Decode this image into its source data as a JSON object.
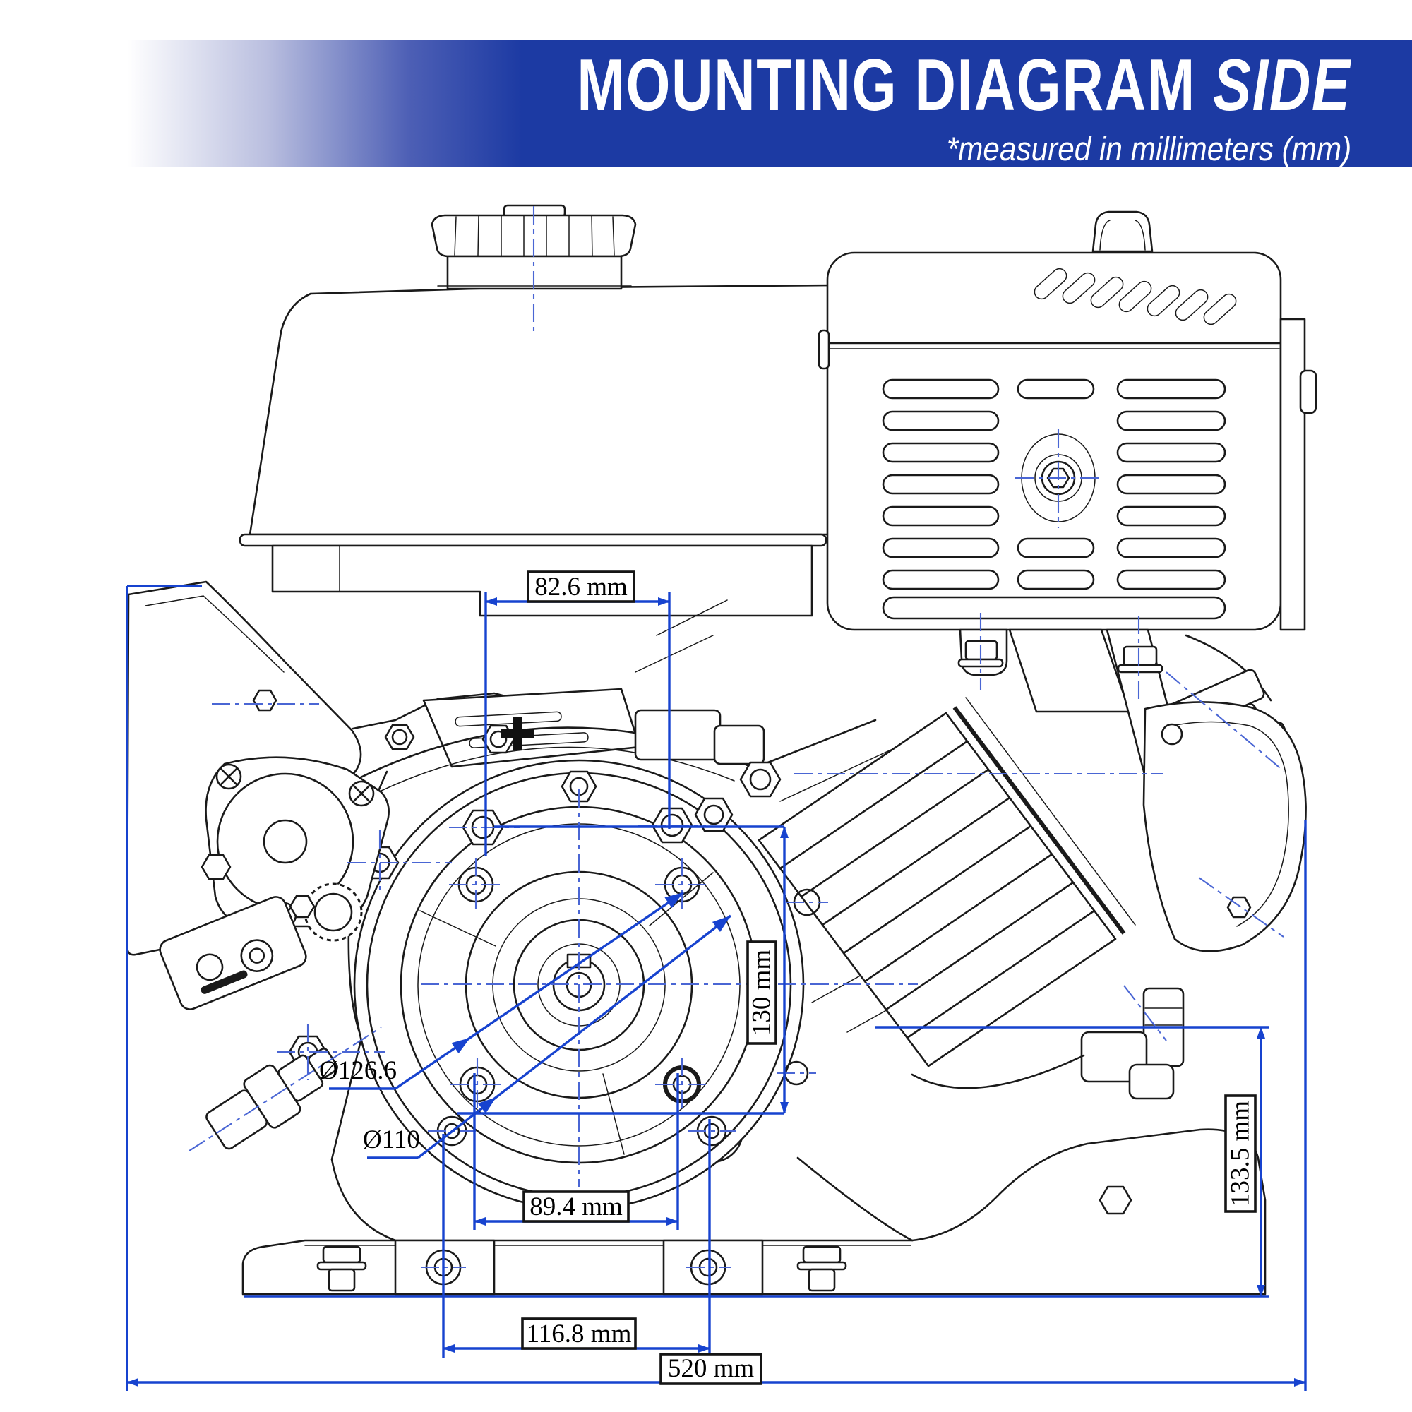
{
  "header": {
    "title": "MOUNTING DIAGRAM",
    "title_emphasis": "SIDE",
    "subtitle": "*measured in millimeters (mm)"
  },
  "units": "mm",
  "dimensions": {
    "d82_6": {
      "label": "82.6 mm",
      "meaning": "upper mounting hole spacing"
    },
    "d130": {
      "label": "130 mm",
      "meaning": "vertical mounting hole spacing"
    },
    "d89_4": {
      "label": "89.4 mm",
      "meaning": "flange bolt spacing"
    },
    "d116_8": {
      "label": "116.8 mm",
      "meaning": "foot bolt spacing"
    },
    "d520": {
      "label": "520 mm",
      "meaning": "overall length"
    },
    "d133_5": {
      "label": "133.5 mm",
      "meaning": "crankshaft center to base"
    },
    "dia126_6": {
      "label": "Ø126.6",
      "meaning": "bolt circle diameter"
    },
    "dia110": {
      "label": "Ø110",
      "meaning": "pilot diameter"
    }
  },
  "colors": {
    "banner-blue": "#1c3aa3",
    "annotation-blue": "#1743cf",
    "centerline-blue": "#4a66d4",
    "line-black": "#1a1a1a"
  }
}
